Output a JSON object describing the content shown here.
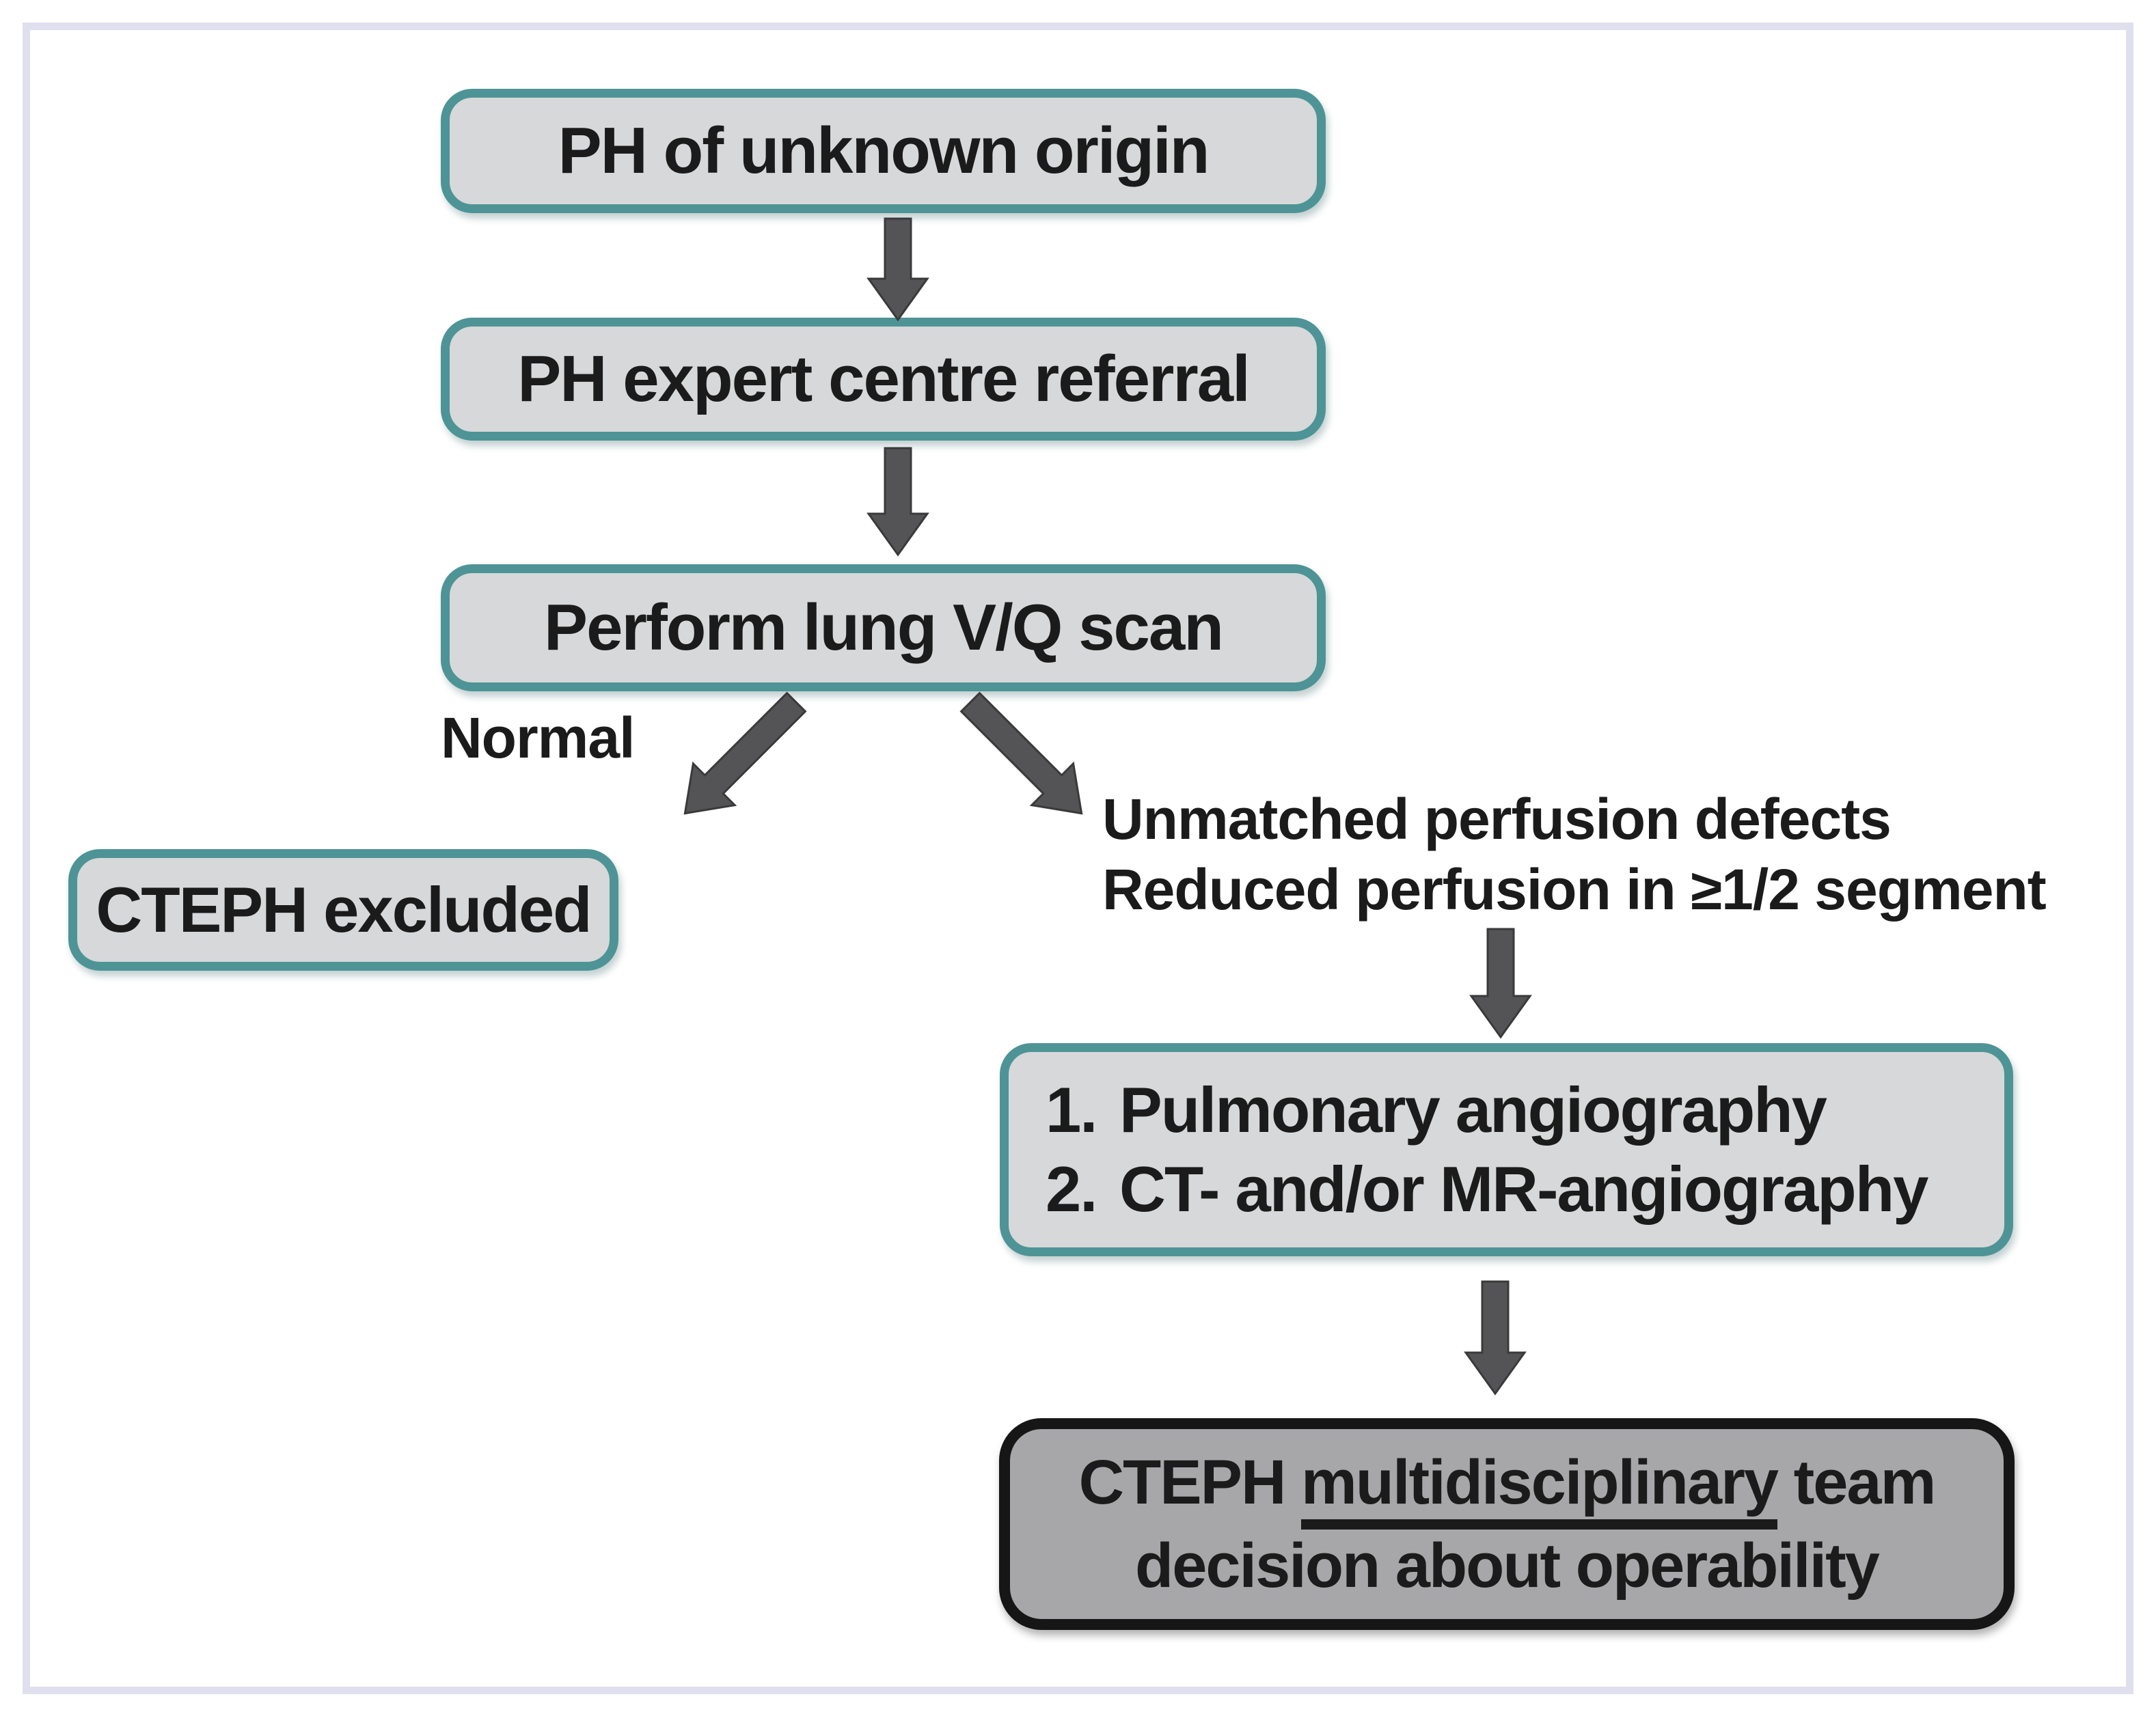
{
  "colors": {
    "canvas-bg": "#ffffff",
    "frame-border": "#e0dfee",
    "node-border-teal": "#4e9496",
    "node-fill-light": "#d7d8d9",
    "node-fill-dark": "#a7a7a9",
    "node-border-dark": "#161616",
    "arrow-fill": "#545456",
    "arrow-outline": "#3a3a3a",
    "text": "#1b1b1b"
  },
  "flowchart": {
    "nodes": {
      "ph_unknown_origin": {
        "label": "PH of unknown origin"
      },
      "expert_centre_referral": {
        "label": "PH expert centre referral"
      },
      "vq_scan": {
        "label": "Perform lung V/Q scan"
      },
      "cteph_excluded": {
        "label": "CTEPH excluded"
      },
      "angiography": {
        "items": [
          {
            "num": "1.",
            "label": "Pulmonary angiography"
          },
          {
            "num": "2.",
            "label": "CT- and/or MR-angiography"
          }
        ]
      },
      "team_decision": {
        "line1_start": "CTEPH ",
        "line1_underlined": "multidisciplinary",
        "line1_end": " team",
        "line2": "decision about operability"
      }
    },
    "branch_labels": {
      "normal": "Normal",
      "abnormal": [
        "Unmatched perfusion defects",
        "Reduced perfusion in ≥1/2 segment"
      ]
    },
    "connectors": [
      {
        "name": "arrow-down-1",
        "from": "ph_unknown_origin",
        "to": "expert_centre_referral",
        "direction": "down"
      },
      {
        "name": "arrow-down-2",
        "from": "expert_centre_referral",
        "to": "vq_scan",
        "direction": "down"
      },
      {
        "name": "arrow-diagonal-left",
        "from": "vq_scan",
        "to": "cteph_excluded",
        "direction": "down-left",
        "label": "Normal"
      },
      {
        "name": "arrow-diagonal-right",
        "from": "vq_scan",
        "to": "angiography",
        "direction": "down-right",
        "label": "Unmatched perfusion defects / Reduced perfusion in ≥1/2 segment"
      },
      {
        "name": "arrow-down-3",
        "from": "abnormal-label",
        "to": "angiography",
        "direction": "down"
      },
      {
        "name": "arrow-down-4",
        "from": "angiography",
        "to": "team_decision",
        "direction": "down"
      }
    ]
  }
}
